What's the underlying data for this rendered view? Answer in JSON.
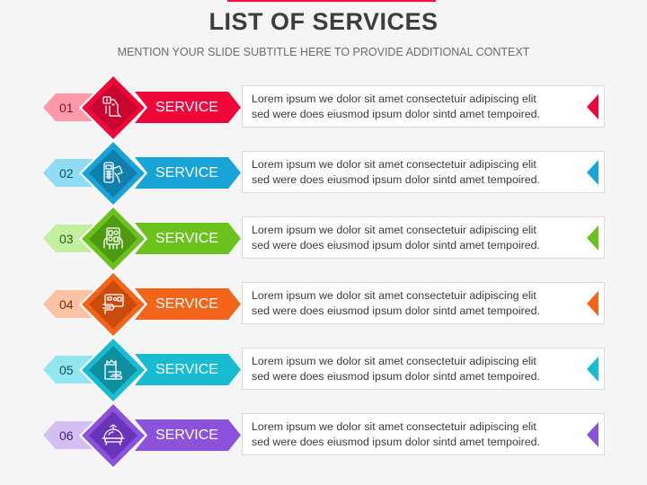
{
  "header": {
    "title": "LIST OF SERVICES",
    "subtitle": "MENTION YOUR SLIDE SUBTITLE HERE TO PROVIDE ADDITIONAL CONTEXT",
    "accent_bar_color": "#ff0a3c"
  },
  "services": [
    {
      "number": "01",
      "label": "SERVICE",
      "description": "Lorem ipsum we dolor sit amet consectetuir adipiscing elit sed were does eiusmod ipsum dolor sintd amet tempoired.",
      "line1": "Lorem ipsum we dolor sit amet consectetuir adipiscing elit",
      "line2": "sed were does eiusmod ipsum dolor sintd amet tempoired.",
      "icon": "mobile-payment-icon",
      "color": "#f0073a",
      "dark": "#c8062f",
      "light": "#ff9aaa",
      "num_color": "#8a0f25"
    },
    {
      "number": "02",
      "label": "SERVICE",
      "line1": "Lorem ipsum we dolor sit amet consectetuir adipiscing elit",
      "line2": "sed were does eiusmod ipsum dolor sintd amet tempoired.",
      "icon": "card-terminal-icon",
      "color": "#19a3d6",
      "dark": "#0f7fab",
      "light": "#8fdcf5",
      "num_color": "#0d4f6b"
    },
    {
      "number": "03",
      "label": "SERVICE",
      "line1": "Lorem ipsum we dolor sit amet consectetuir adipiscing elit",
      "line2": "sed were does eiusmod ipsum dolor sintd amet tempoired.",
      "icon": "tablet-hands-icon",
      "color": "#6cc21d",
      "dark": "#4e9a12",
      "light": "#c4eea0",
      "num_color": "#2f5e0a"
    },
    {
      "number": "04",
      "label": "SERVICE",
      "line1": "Lorem ipsum we dolor sit amet consectetuir adipiscing elit",
      "line2": "sed were does eiusmod ipsum dolor sintd amet tempoired.",
      "icon": "card-payment-icon",
      "color": "#f26419",
      "dark": "#c94c0d",
      "light": "#fbc3a3",
      "num_color": "#7a2e07"
    },
    {
      "number": "05",
      "label": "SERVICE",
      "line1": "Lorem ipsum we dolor sit amet consectetuir adipiscing elit",
      "line2": "sed were does eiusmod ipsum dolor sintd amet tempoired.",
      "icon": "grocery-bag-hand-icon",
      "color": "#18bcd0",
      "dark": "#0f8f9e",
      "light": "#93e5f0",
      "num_color": "#0a4f58"
    },
    {
      "number": "06",
      "label": "SERVICE",
      "line1": "Lorem ipsum we dolor sit amet consectetuir adipiscing elit",
      "line2": "sed were does eiusmod ipsum dolor sintd amet tempoired.",
      "icon": "food-cloche-icon",
      "color": "#8c52db",
      "dark": "#6a34b8",
      "light": "#d4bff2",
      "num_color": "#45207a"
    }
  ]
}
